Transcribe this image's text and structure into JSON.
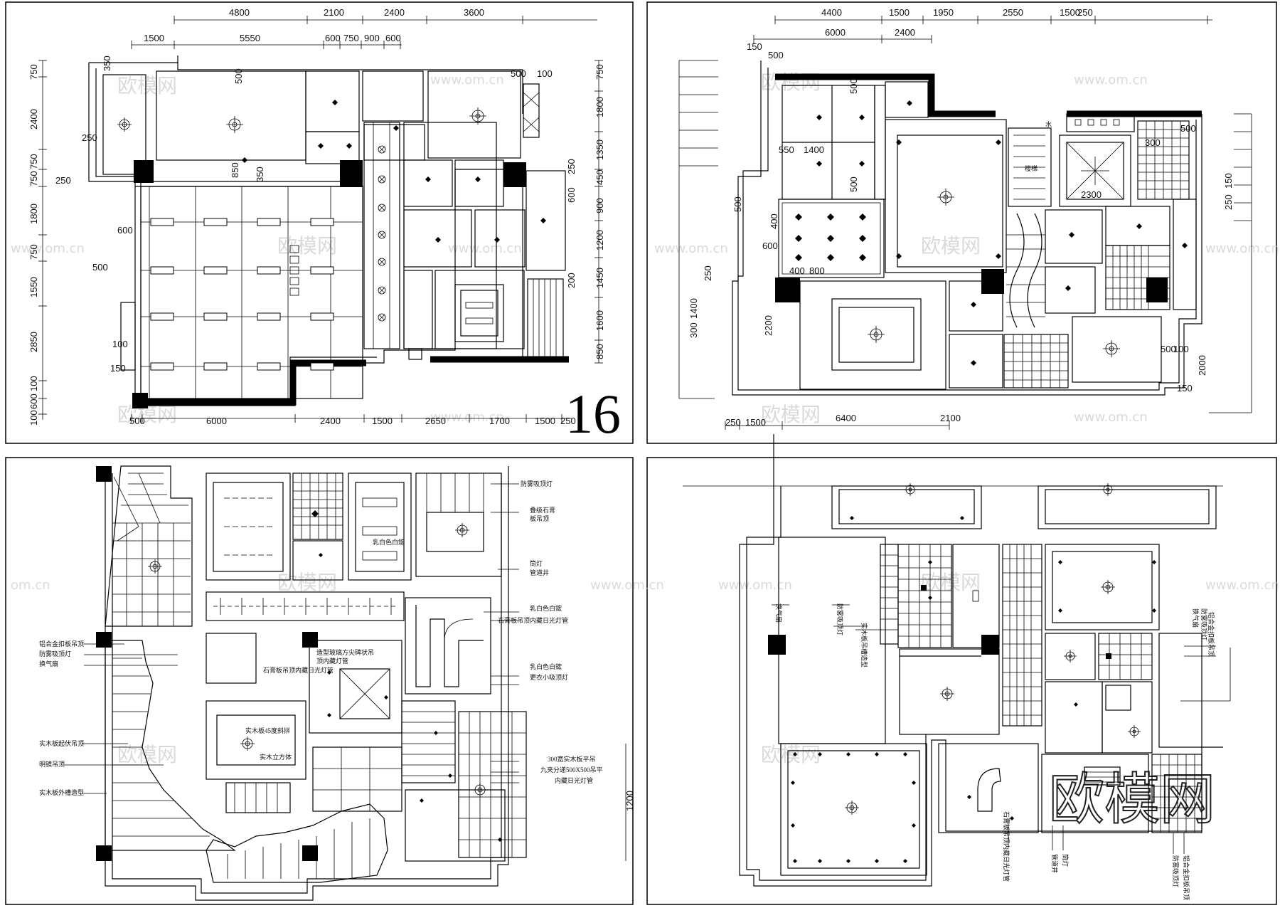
{
  "sheet_number": "16",
  "watermarks": {
    "cn": "欧模网",
    "url": "www.om.cn",
    "url_short": "om.cn",
    "logo_big": "欧模网"
  },
  "plan1": {
    "top_dims_row1": [
      "4800",
      "2100",
      "2400",
      "3600"
    ],
    "top_dims_row2": [
      "1500",
      "5550",
      "600",
      "750",
      "900",
      "600"
    ],
    "left_dims": [
      "750",
      "2400",
      "750",
      "750",
      "1800",
      "750",
      "1550",
      "2850",
      "100",
      "600",
      "100"
    ],
    "right_dims": [
      "750",
      "1800",
      "1350",
      "450",
      "900",
      "1200",
      "1450",
      "1600",
      "850"
    ],
    "bottom_dims": [
      "500",
      "6000",
      "2400",
      "1500",
      "2650",
      "1700",
      "1500",
      "250"
    ],
    "inner_dims": [
      "350",
      "250",
      "250",
      "500",
      "850",
      "350",
      "600",
      "500",
      "100",
      "150",
      "500",
      "100",
      "250",
      "600",
      "200"
    ]
  },
  "plan2": {
    "top_dims_row1": [
      "4400",
      "1500",
      "1950",
      "2550",
      "1500",
      "250"
    ],
    "top_dims_row2": [
      "6000",
      "2400"
    ],
    "left_dims": [
      "150",
      "500",
      "500",
      "600",
      "250",
      "1400",
      "300"
    ],
    "right_dims": [
      "500",
      "100",
      "150",
      "2000",
      "150",
      "250"
    ],
    "bottom_dims": [
      "250",
      "1500",
      "6400",
      "2100"
    ],
    "inner_dims": [
      "550",
      "1400",
      "500",
      "500",
      "400",
      "400",
      "800",
      "2300",
      "2200",
      "300",
      "500"
    ],
    "labels": [
      "水",
      "楼梯"
    ]
  },
  "plan3": {
    "right_notes": [
      "防雾吸顶灯",
      "叠级石膏",
      "板吊顶",
      "筒灯",
      "管道井",
      "乳白色白鋐",
      "石膏板吊顶内藏日光灯管",
      "乳白色白鋐",
      "更衣小吸顶灯",
      "300宽实木板平吊",
      "九夹分递500X500吊平",
      "内藏日光灯管"
    ],
    "left_notes": [
      "铝合金扣板吊顶",
      "防雾吸顶灯",
      "换气扇",
      "实木板起伏吊顶",
      "明镜吊顶",
      "实木板外槽造型"
    ],
    "center_notes": [
      "造型玻璃方尖碑状吊",
      "顶内藏灯管",
      "石膏板吊顶内藏日光灯管",
      "实木板45度斜拼",
      "实木立方体",
      "乳白色白鋐"
    ],
    "side_dim": "1200"
  },
  "plan4": {
    "notes": [
      "换气扇",
      "防雾吸顶灯",
      "实木板吊槽造型",
      "防雾吸顶灯",
      "换气扇",
      "铝合金扣板吊顶",
      "石膏板吊顶内藏日光灯管",
      "管道井",
      "筒灯",
      "防雾吸顶灯",
      "铝合金扣板吊顶"
    ]
  }
}
